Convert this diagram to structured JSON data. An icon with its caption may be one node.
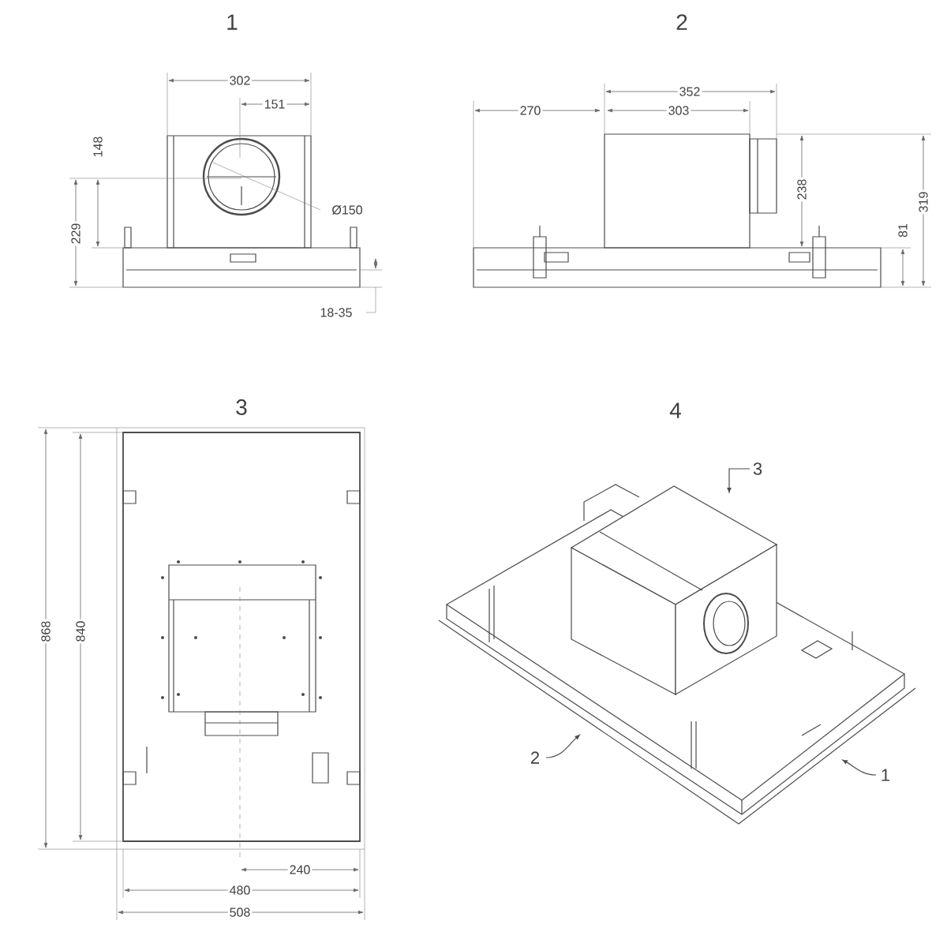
{
  "diagram": {
    "labels": [
      "1",
      "302",
      "151",
      "148",
      "229",
      "Ø150",
      "18-35",
      "2",
      "352",
      "270",
      "303",
      "238",
      "319",
      "81",
      "3",
      "868",
      "840",
      "240",
      "480",
      "508",
      "4",
      "3",
      "2",
      "1"
    ]
  }
}
